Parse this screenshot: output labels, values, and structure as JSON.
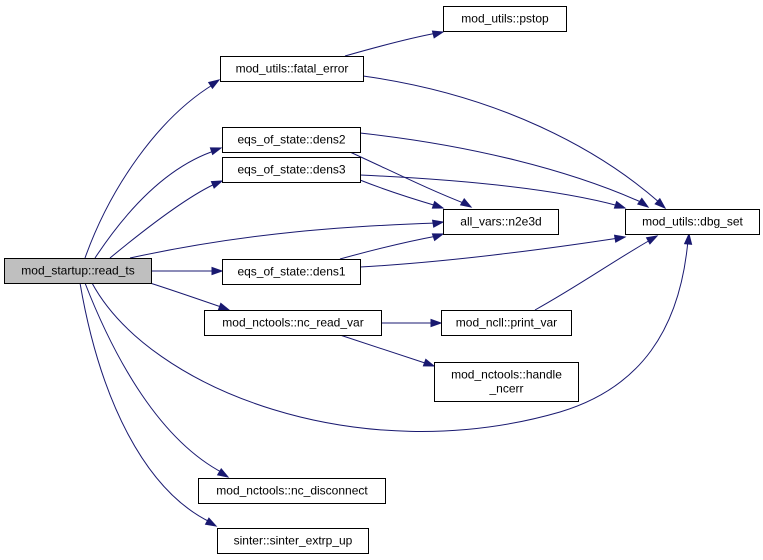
{
  "diagram": {
    "type": "call-graph",
    "colors": {
      "edge": "#191970",
      "root_fill": "#bfbfbf",
      "node_fill": "#ffffff",
      "node_border": "#000000"
    },
    "nodes": {
      "read_ts": {
        "lines": [
          "mod_startup::read_ts"
        ]
      },
      "fatal_error": {
        "lines": [
          "mod_utils::fatal_error"
        ]
      },
      "pstop": {
        "lines": [
          "mod_utils::pstop"
        ]
      },
      "dens2": {
        "lines": [
          "eqs_of_state::dens2"
        ]
      },
      "dens3": {
        "lines": [
          "eqs_of_state::dens3"
        ]
      },
      "n2e3d": {
        "lines": [
          "all_vars::n2e3d"
        ]
      },
      "dbg_set": {
        "lines": [
          "mod_utils::dbg_set"
        ]
      },
      "dens1": {
        "lines": [
          "eqs_of_state::dens1"
        ]
      },
      "nc_read_var": {
        "lines": [
          "mod_nctools::nc_read_var"
        ]
      },
      "print_var": {
        "lines": [
          "mod_ncll::print_var"
        ]
      },
      "handle_ncerr": {
        "lines": [
          "mod_nctools::handle",
          "_ncerr"
        ]
      },
      "nc_disconnect": {
        "lines": [
          "mod_nctools::nc_disconnect"
        ]
      },
      "sinter_extrp_up": {
        "lines": [
          "sinter::sinter_extrp_up"
        ]
      }
    },
    "edges": [
      {
        "from": "read_ts",
        "to": "fatal_error"
      },
      {
        "from": "read_ts",
        "to": "dens2"
      },
      {
        "from": "read_ts",
        "to": "dens3"
      },
      {
        "from": "read_ts",
        "to": "n2e3d"
      },
      {
        "from": "read_ts",
        "to": "dens1"
      },
      {
        "from": "read_ts",
        "to": "nc_read_var"
      },
      {
        "from": "read_ts",
        "to": "dbg_set"
      },
      {
        "from": "read_ts",
        "to": "nc_disconnect"
      },
      {
        "from": "read_ts",
        "to": "sinter_extrp_up"
      },
      {
        "from": "fatal_error",
        "to": "pstop"
      },
      {
        "from": "fatal_error",
        "to": "dbg_set"
      },
      {
        "from": "dens2",
        "to": "n2e3d"
      },
      {
        "from": "dens2",
        "to": "dbg_set"
      },
      {
        "from": "dens3",
        "to": "n2e3d"
      },
      {
        "from": "dens3",
        "to": "dbg_set"
      },
      {
        "from": "dens1",
        "to": "n2e3d"
      },
      {
        "from": "dens1",
        "to": "dbg_set"
      },
      {
        "from": "nc_read_var",
        "to": "print_var"
      },
      {
        "from": "nc_read_var",
        "to": "handle_ncerr"
      },
      {
        "from": "print_var",
        "to": "dbg_set"
      }
    ]
  }
}
